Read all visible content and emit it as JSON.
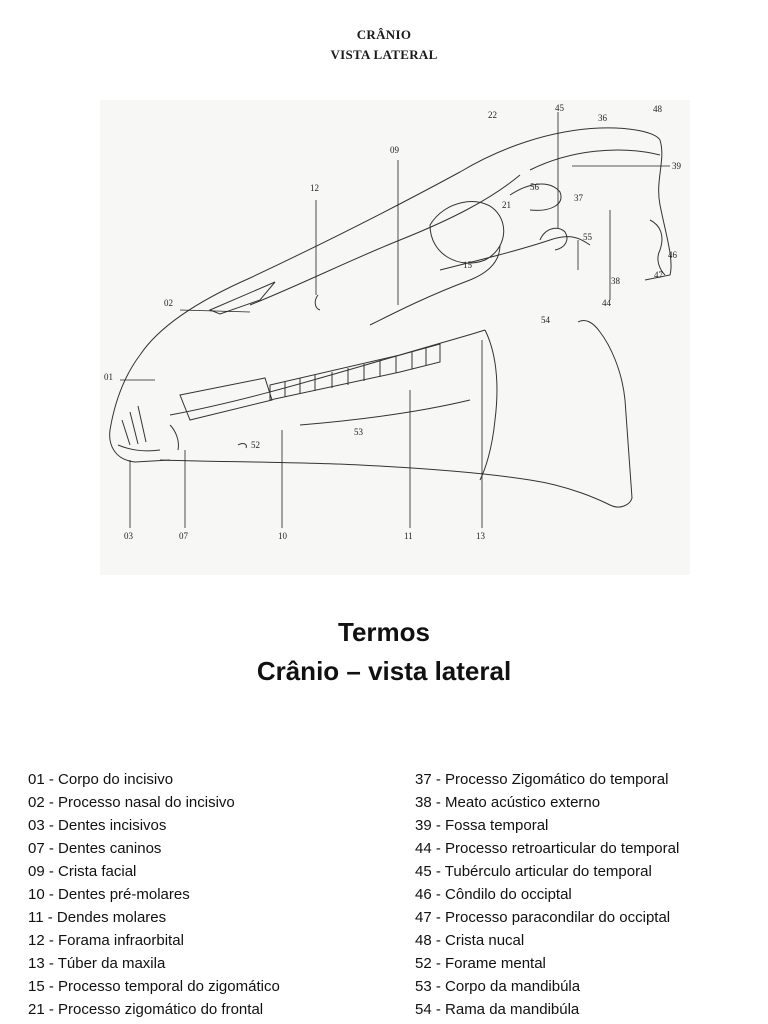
{
  "figure": {
    "title_line1": "CRÂNIO",
    "title_line2": "VISTA LATERAL",
    "labels": [
      "01",
      "02",
      "03",
      "07",
      "09",
      "10",
      "11",
      "12",
      "13",
      "15",
      "21",
      "22",
      "36",
      "37",
      "39",
      "45",
      "46",
      "47",
      "48",
      "52",
      "53",
      "54",
      "55",
      "56",
      "38",
      "44"
    ]
  },
  "section": {
    "title_line1": "Termos",
    "title_line2": "Crânio – vista lateral"
  },
  "terms_left": [
    "01 - Corpo do incisivo",
    "02 - Processo nasal do incisivo",
    "03 - Dentes incisivos",
    "07 - Dentes caninos",
    "09 - Crista facial",
    "10 - Dentes pré-molares",
    "11 - Dendes molares",
    "12 - Forama infraorbital",
    "13 - Túber da maxila",
    "15 - Processo temporal do zigomático",
    "21 - Processo zigomático do frontal"
  ],
  "terms_right": [
    "37 - Processo Zigomático do temporal",
    "38 - Meato acústico externo",
    "39 - Fossa temporal",
    "44 - Processo retroarticular do temporal",
    "45 - Tubérculo articular do temporal",
    "46 - Côndilo do occiptal",
    "47 - Processo paracondilar do occiptal",
    "48 - Crista nucal",
    "52 - Forame mental",
    "53 - Corpo da mandibúla",
    "54 - Rama da mandibúla"
  ]
}
